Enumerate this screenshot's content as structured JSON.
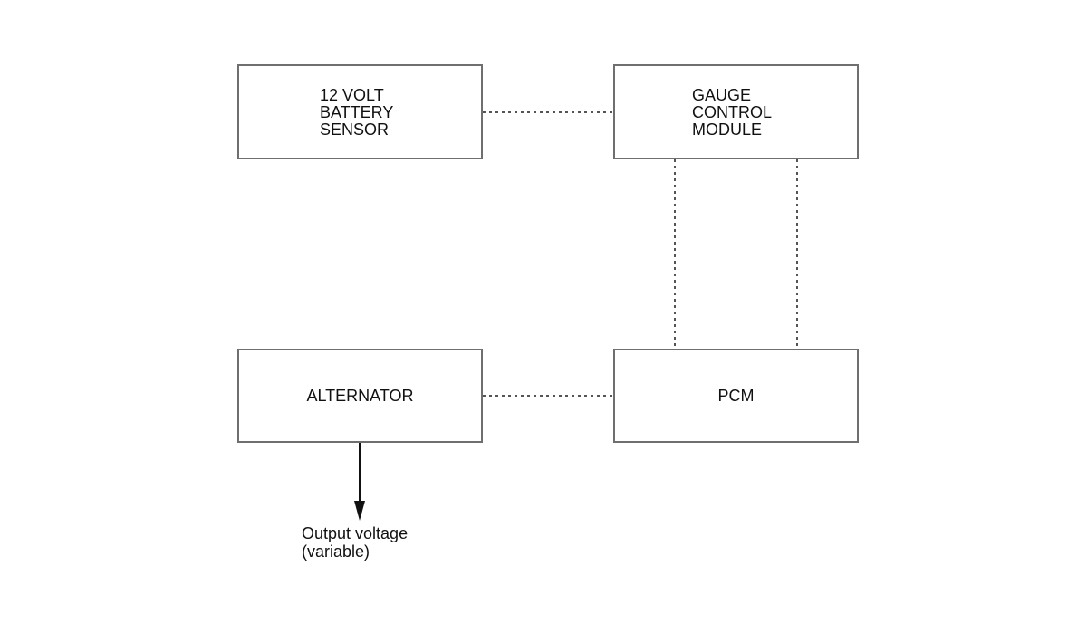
{
  "blocks": {
    "battery_sensor": {
      "label": "12 VOLT\nBATTERY\nSENSOR"
    },
    "gauge_control_module": {
      "label": "GAUGE\nCONTROL\nMODULE"
    },
    "alternator": {
      "label": "ALTERNATOR"
    },
    "pcm": {
      "label": "PCM"
    }
  },
  "output": {
    "label": "Output voltage\n(variable)"
  },
  "connections": [
    {
      "from": "battery_sensor",
      "to": "gauge_control_module",
      "style": "dotted"
    },
    {
      "from": "gauge_control_module",
      "to": "pcm",
      "style": "dotted"
    },
    {
      "from": "gauge_control_module",
      "to": "pcm",
      "style": "dotted"
    },
    {
      "from": "alternator",
      "to": "pcm",
      "style": "dotted"
    },
    {
      "from": "alternator",
      "to": "output",
      "style": "arrow"
    }
  ],
  "colors": {
    "box_border": "#6f6f6f",
    "dotted_line": "#555555",
    "arrow": "#111111"
  }
}
